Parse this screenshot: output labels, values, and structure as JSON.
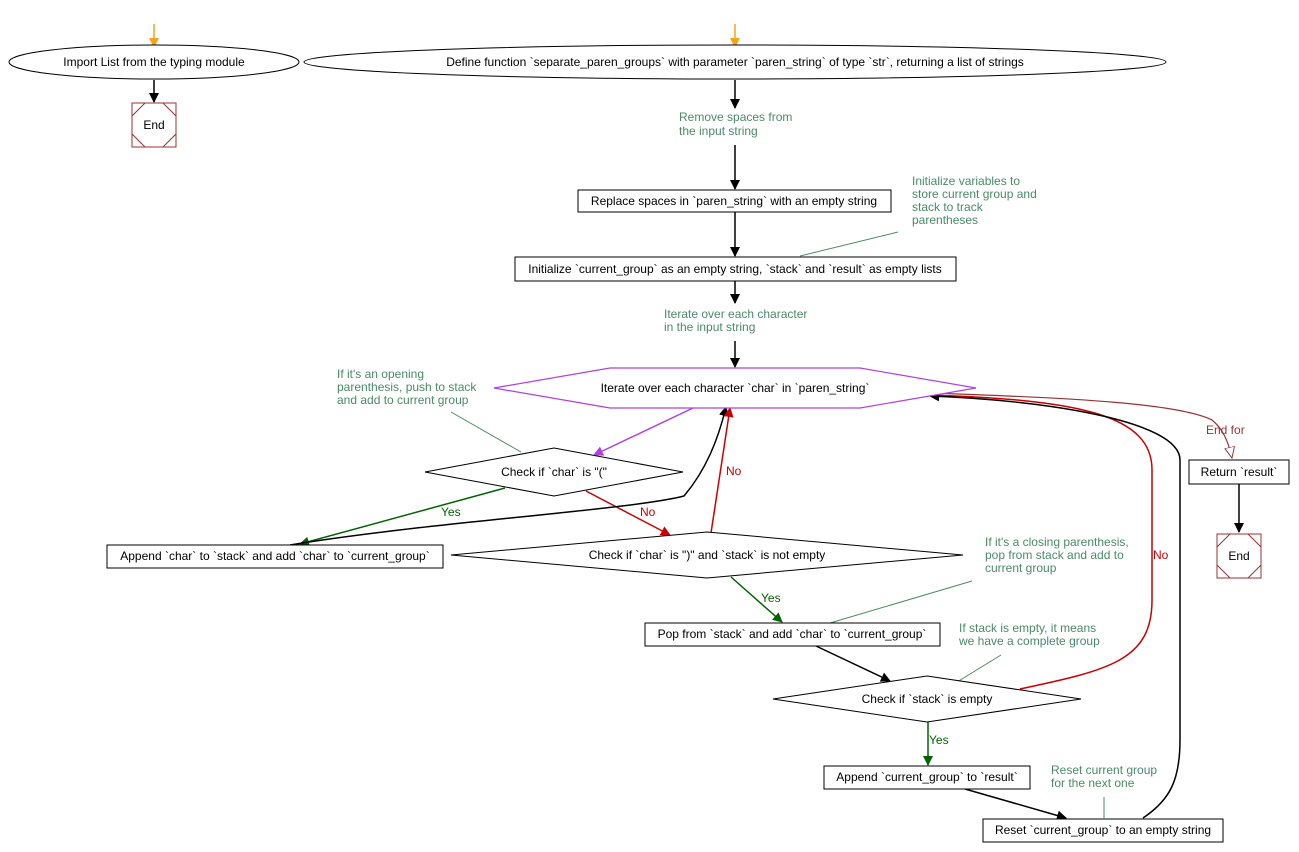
{
  "nodes": {
    "import": "Import List from the typing module",
    "end1": "End",
    "define": "Define function `separate_paren_groups` with parameter `paren_string` of type `str`, returning a list of strings",
    "replace": "Replace spaces in `paren_string` with an empty string",
    "init": "Initialize `current_group` as an empty string, `stack` and `result` as empty lists",
    "iterate": "Iterate over each character `char` in `paren_string`",
    "check_open": "Check if `char` is \"(\"",
    "append_char": "Append `char` to `stack` and add `char` to `current_group`",
    "check_close": "Check if `char` is \")\" and `stack` is not empty",
    "pop": "Pop from `stack` and add `char` to `current_group`",
    "check_empty": "Check if `stack` is empty",
    "append_group": "Append `current_group` to `result`",
    "reset": "Reset `current_group` to an empty string",
    "return": "Return `result`",
    "end2": "End"
  },
  "comments": {
    "remove_spaces": [
      "Remove spaces from",
      "the input string"
    ],
    "init_vars": [
      "Initialize variables to",
      "store current group and",
      "stack to track",
      "parentheses"
    ],
    "iterate_chars": [
      "Iterate over each character",
      "in the input string"
    ],
    "opening": [
      "If it's an opening",
      "parenthesis, push to stack",
      "and add to current group"
    ],
    "closing": [
      "If it's a closing parenthesis,",
      "pop from stack and add to",
      "current group"
    ],
    "stack_empty": [
      "If stack is empty, it means",
      "we have a complete group"
    ],
    "reset_group": [
      "Reset current group",
      "for the next one"
    ]
  },
  "edge_labels": {
    "yes1": "Yes",
    "no1": "No",
    "yes2": "Yes",
    "no2": "No",
    "yes3": "Yes",
    "no3": "No",
    "end_for": "End for"
  },
  "colors": {
    "start_arrow": "#f5a31a",
    "iterate_node": "#b040e0",
    "end_node": "#993333",
    "comment_text": "#4a8a6a",
    "yes_edge": "#006400",
    "no_edge": "#cc0000"
  }
}
